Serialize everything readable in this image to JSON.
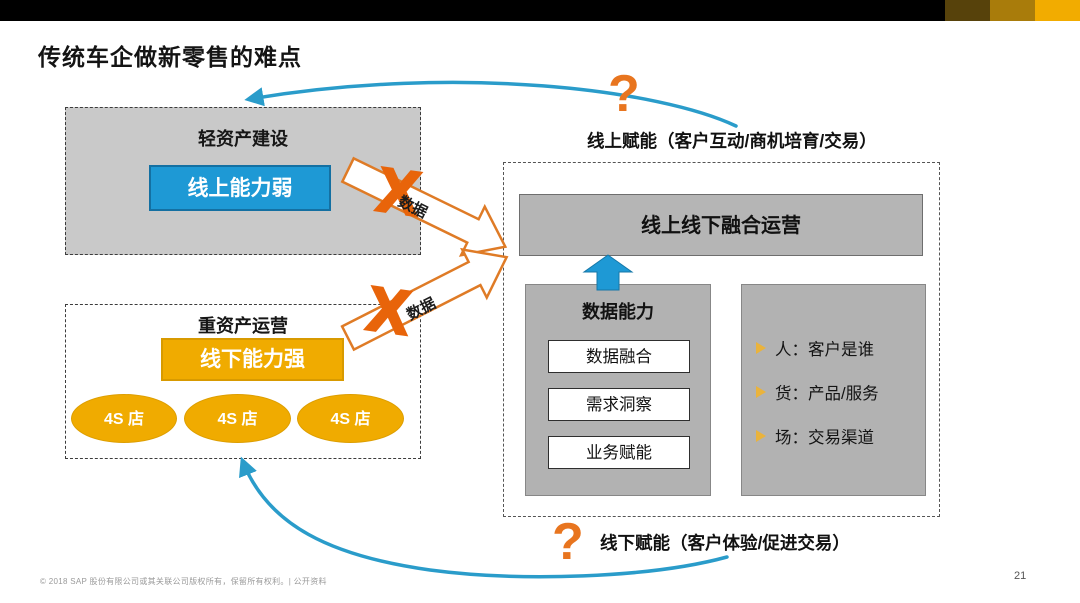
{
  "header": {
    "title": "传统车企做新零售的难点"
  },
  "left_top_box": {
    "title": "轻资产建设",
    "capability": "线上能力弱"
  },
  "left_bottom_box": {
    "title": "重资产运营",
    "capability": "线下能力强",
    "stores": [
      "4S 店",
      "4S 店",
      "4S 店"
    ]
  },
  "labels": {
    "online": "线上赋能（客户互动/商机培育/交易）",
    "offline": "线下赋能（客户体验/促进交易）",
    "question": "?",
    "cross": "X",
    "data": "数据"
  },
  "center": {
    "fusion": "线上线下融合运营",
    "data_capability": {
      "title": "数据能力",
      "items": [
        "数据融合",
        "需求洞察",
        "业务赋能"
      ]
    },
    "phg": {
      "items": [
        "人：客户是谁",
        "货：产品/服务",
        "场：交易渠道"
      ]
    }
  },
  "footer": {
    "copyright": "© 2018 SAP 股份有限公司或其关联公司版权所有，保留所有权利。| 公开资料",
    "page": "21"
  },
  "colors": {
    "sap_gold": "#f0ab00",
    "capability_blue": "#1e99d5",
    "accent_orange": "#e8720c",
    "curve_blue": "#2a9cca",
    "box_gray": "#c9c9c9",
    "panel_gray": "#b2b2b2",
    "corner_dark": "#57420b",
    "corner_mid": "#a97c0b"
  }
}
